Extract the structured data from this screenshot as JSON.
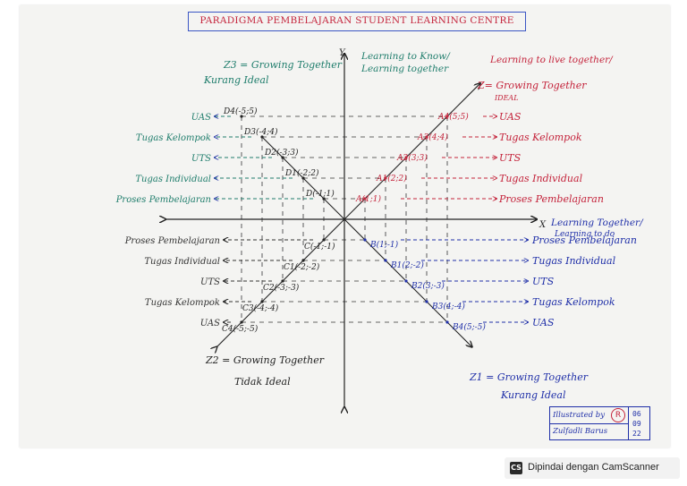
{
  "title": "PARADIGMA PEMBELAJARAN STUDENT LEARNING CENTRE",
  "colors": {
    "red": "#c4233b",
    "blue": "#1f2fa8",
    "green": "#1f7d6c",
    "black": "#222222"
  },
  "axes": {
    "y_label": [
      "Learning to Know/",
      "Learning together"
    ],
    "x_label": [
      "Learning Together/",
      "Learning to do"
    ],
    "x_mark": "X",
    "y_mark": "Y"
  },
  "quadrants": {
    "z3": [
      "Z3 = Growing Together",
      "Kurang Ideal"
    ],
    "z": [
      "Learning to live together/",
      "Z= Growing Together",
      "IDEAL"
    ],
    "z2": [
      "Z2 = Growing Together",
      "Tidak Ideal"
    ],
    "z1": [
      "Z1 = Growing Together",
      "Kurang Ideal"
    ]
  },
  "points": {
    "A": [
      "A(1;1)",
      "A1(2;2)",
      "A2(3;3)",
      "A3(4;4)",
      "A4(5;5)"
    ],
    "B": [
      "B(1;-1)",
      "B1(2;-2)",
      "B2(3;-3)",
      "B3(4;-4)",
      "B4(5;-5)"
    ],
    "C": [
      "C(-1;-1)",
      "C1(-2;-2)",
      "C2(-3;-3)",
      "C3(-4;-4)",
      "C4(-5;-5)"
    ],
    "D": [
      "D(-1;1)",
      "D1(-2;2)",
      "D2(-3;3)",
      "D3(-4;4)",
      "D4(-5;5)"
    ]
  },
  "levels": [
    "Proses Pembelajaran",
    "Tugas Individual",
    "UTS",
    "Tugas Kelompok",
    "UAS"
  ],
  "credit": {
    "line1": "Illustrated by",
    "initial": "R",
    "line2": "Zulfadli Barus",
    "date": [
      "06",
      "09",
      "22"
    ]
  },
  "scanner": {
    "logo": "CS",
    "text": "Dipindai dengan CamScanner"
  }
}
